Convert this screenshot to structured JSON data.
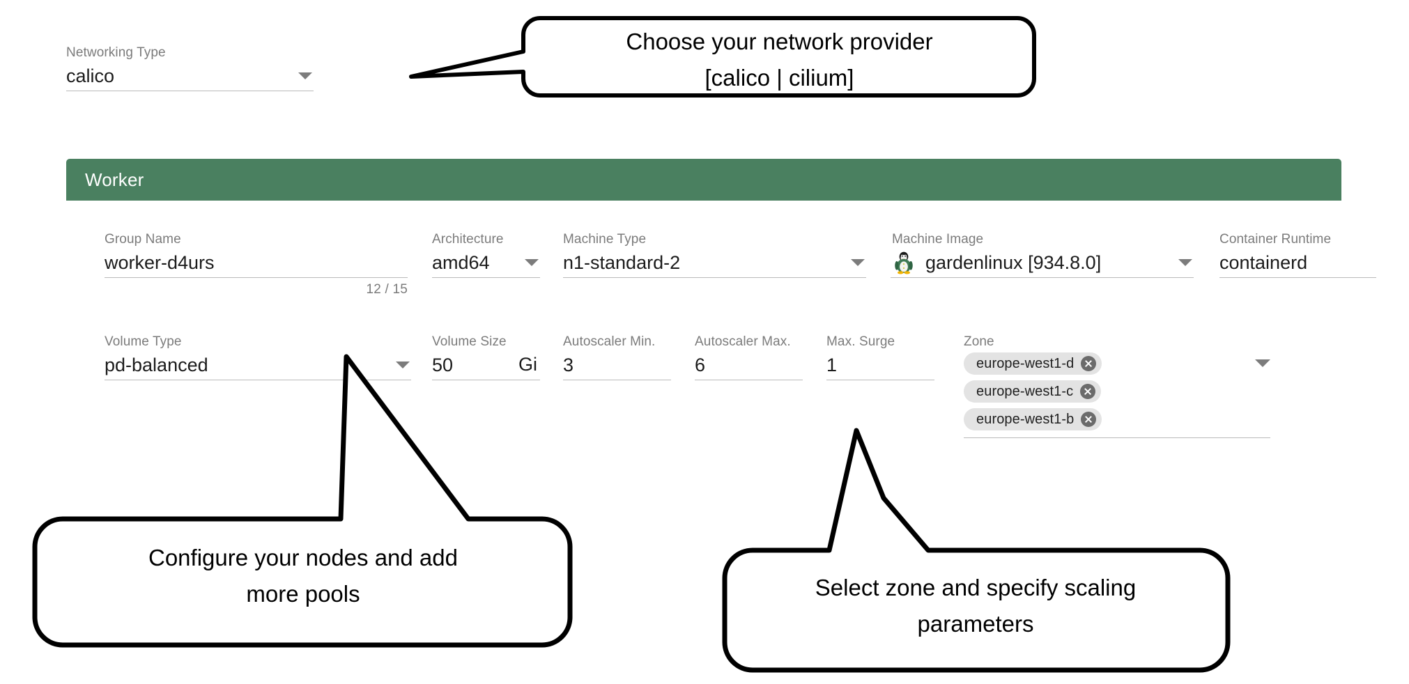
{
  "networking": {
    "label": "Networking Type",
    "value": "calico",
    "caret_icon": "chevron-down-icon"
  },
  "worker": {
    "header_title": "Worker",
    "header_color": "#4a8060",
    "row1": {
      "group_name": {
        "label": "Group Name",
        "value": "worker-d4urs",
        "counter": "12 / 15"
      },
      "architecture": {
        "label": "Architecture",
        "value": "amd64"
      },
      "machine_type": {
        "label": "Machine Type",
        "value": "n1-standard-2"
      },
      "machine_image": {
        "label": "Machine Image",
        "value": "gardenlinux [934.8.0]",
        "icon": "tux-penguin-icon"
      },
      "container_runtime": {
        "label": "Container Runtime",
        "value": "containerd"
      }
    },
    "row2": {
      "volume_type": {
        "label": "Volume Type",
        "value": "pd-balanced"
      },
      "volume_size": {
        "label": "Volume Size",
        "value": "50",
        "unit": "Gi"
      },
      "autoscaler_min": {
        "label": "Autoscaler Min.",
        "value": "3"
      },
      "autoscaler_max": {
        "label": "Autoscaler Max.",
        "value": "6"
      },
      "max_surge": {
        "label": "Max. Surge",
        "value": "1"
      },
      "zone": {
        "label": "Zone",
        "chips": [
          "europe-west1-d",
          "europe-west1-c",
          "europe-west1-b"
        ]
      }
    }
  },
  "callouts": [
    {
      "id": "networking-callout",
      "text": "Choose your network provider\n[calico | cilium]"
    },
    {
      "id": "nodes-callout",
      "text": "Configure your nodes and add\nmore pools"
    },
    {
      "id": "zone-callout",
      "text": "Select zone and specify scaling\nparameters"
    }
  ]
}
